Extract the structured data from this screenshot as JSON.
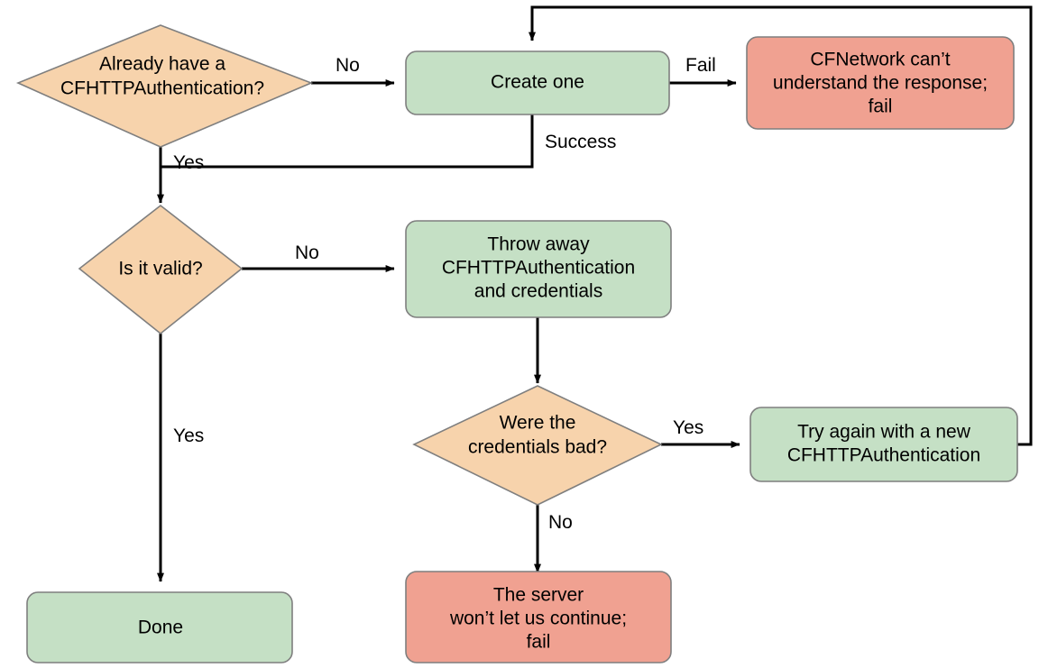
{
  "diagram": {
    "title": "CFHTTPAuthentication handling flowchart",
    "colors": {
      "decision_fill": "#F7D3AC",
      "process_fill": "#C5E0C5",
      "failure_fill": "#F0A191",
      "shape_stroke": "#7F7F7F",
      "connector_stroke": "#000000",
      "text": "#000000",
      "background": "#FFFFFF"
    },
    "nodes": [
      {
        "id": "already-have-auth",
        "type": "decision",
        "fill": "#F7D3AC",
        "lines": [
          "Already have a",
          "CFHTTPAuthentication?"
        ]
      },
      {
        "id": "create-one",
        "type": "process",
        "fill": "#C5E0C5",
        "lines": [
          "Create one"
        ]
      },
      {
        "id": "cfnetwork-cannot-understand",
        "type": "failure",
        "fill": "#F0A191",
        "lines": [
          "CFNetwork can’t",
          "understand the response;",
          "fail"
        ]
      },
      {
        "id": "is-it-valid",
        "type": "decision",
        "fill": "#F7D3AC",
        "lines": [
          "Is it valid?"
        ]
      },
      {
        "id": "throw-away-auth",
        "type": "process",
        "fill": "#C5E0C5",
        "lines": [
          "Throw away",
          "CFHTTPAuthentication",
          "and credentials"
        ]
      },
      {
        "id": "were-credentials-bad",
        "type": "decision",
        "fill": "#F7D3AC",
        "lines": [
          "Were the",
          "credentials bad?"
        ]
      },
      {
        "id": "try-again-new-auth",
        "type": "process",
        "fill": "#C5E0C5",
        "lines": [
          "Try again with a new",
          "CFHTTPAuthentication"
        ]
      },
      {
        "id": "done",
        "type": "process",
        "fill": "#C5E0C5",
        "lines": [
          "Done"
        ]
      },
      {
        "id": "server-wont-continue",
        "type": "failure",
        "fill": "#F0A191",
        "lines": [
          "The server",
          "won’t let us continue;",
          "fail"
        ]
      }
    ],
    "edges": [
      {
        "id": "already-have-auth-no",
        "from": "already-have-auth",
        "to": "create-one",
        "label": "No"
      },
      {
        "id": "already-have-auth-yes",
        "from": "already-have-auth",
        "to": "is-it-valid",
        "label": "Yes"
      },
      {
        "id": "create-one-fail",
        "from": "create-one",
        "to": "cfnetwork-cannot-understand",
        "label": "Fail"
      },
      {
        "id": "create-one-success",
        "from": "create-one",
        "to": "is-it-valid",
        "label": "Success"
      },
      {
        "id": "is-it-valid-no",
        "from": "is-it-valid",
        "to": "throw-away-auth",
        "label": "No"
      },
      {
        "id": "is-it-valid-yes",
        "from": "is-it-valid",
        "to": "done",
        "label": "Yes"
      },
      {
        "id": "throw-away-to-were-bad",
        "from": "throw-away-auth",
        "to": "were-credentials-bad",
        "label": ""
      },
      {
        "id": "were-credentials-bad-yes",
        "from": "were-credentials-bad",
        "to": "try-again-new-auth",
        "label": "Yes"
      },
      {
        "id": "were-credentials-bad-no",
        "from": "were-credentials-bad",
        "to": "server-wont-continue",
        "label": "No"
      },
      {
        "id": "try-again-loop-back",
        "from": "try-again-new-auth",
        "to": "create-one",
        "label": ""
      }
    ],
    "labels": {
      "node_0_line_0": "Already have a",
      "node_0_line_1": "CFHTTPAuthentication?",
      "node_1_line_0": "Create one",
      "node_2_line_0": "CFNetwork can’t",
      "node_2_line_1": "understand the response;",
      "node_2_line_2": "fail",
      "node_3_line_0": "Is it valid?",
      "node_4_line_0": "Throw away",
      "node_4_line_1": "CFHTTPAuthentication",
      "node_4_line_2": "and credentials",
      "node_5_line_0": "Were the",
      "node_5_line_1": "credentials bad?",
      "node_6_line_0": "Try again with a new",
      "node_6_line_1": "CFHTTPAuthentication",
      "node_7_line_0": "Done",
      "node_8_line_0": "The server",
      "node_8_line_1": "won’t let us continue;",
      "node_8_line_2": "fail",
      "edge_no_top": "No",
      "edge_yes_top": "Yes",
      "edge_fail": "Fail",
      "edge_success": "Success",
      "edge_no_mid": "No",
      "edge_yes_mid": "Yes",
      "edge_yes_bottom": "Yes",
      "edge_no_bottom": "No"
    }
  }
}
